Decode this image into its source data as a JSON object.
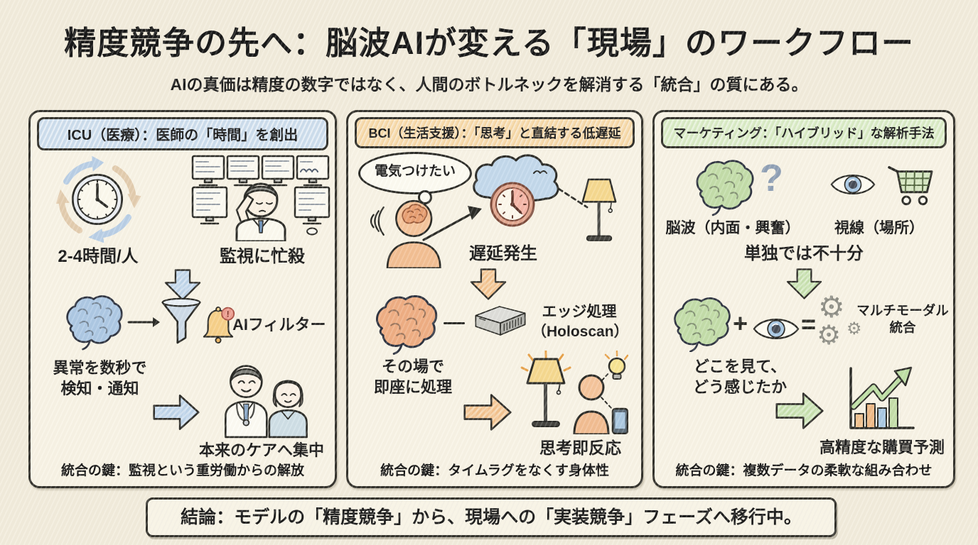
{
  "page": {
    "title": "精度競争の先へ：脳波AIが変える「現場」のワークフロー",
    "subtitle": "AIの真価は精度の数字ではなく、人間のボトルネックを解消する「統合」の質にある。",
    "conclusion": "結論：モデルの「精度競争」から、現場への「実装競争」フェーズへ移行中。"
  },
  "panels": {
    "icu": {
      "header": "ICU（医療）：医師の「時間」を創出",
      "labels": {
        "time_per_person": "2-4時間/人",
        "busy_monitoring": "監視に忙殺",
        "ai_filter": "AIフィルター",
        "detect_notify": "異常を数秒で\n検知・通知",
        "focus_care": "本来のケアへ集中"
      },
      "bell_badge": "!",
      "footer": "統合の鍵：監視という重労働からの解放"
    },
    "bci": {
      "header": "BCI（生活支援）：「思考」と直結する低遅延",
      "labels": {
        "thought": "電気つけたい",
        "delay": "遅延発生",
        "edge": "エッジ処理\n（Holoscan）",
        "onsite": "その場で\n即座に処理",
        "instant": "思考即反応"
      },
      "footer": "統合の鍵：タイムラグをなくす身体性"
    },
    "marketing": {
      "header": "マーケティング：「ハイブリッド」な解析手法",
      "labels": {
        "eeg": "脳波（内面・興奮）",
        "gaze": "視線（場所）",
        "alone": "単独では不十分",
        "question": "?",
        "plus": "+",
        "equals": "=",
        "multimodal": "マルチモーダル\n統合",
        "where": "どこを見て、\nどう感じたか",
        "predict": "高精度な購買予測"
      },
      "footer": "統合の鍵：複数データの柔軟な組み合わせ"
    }
  },
  "icons": {
    "gear-glyph": "⚙",
    "cycle-clock-icon": "clock-with-rotating-arrows",
    "monitor-wall-icon": "stressed-doctor-at-monitors",
    "brain-icon": "brain",
    "funnel-icon": "funnel",
    "alert-bell-icon": "bell-with-badge",
    "doctor-nurse-icon": "smiling-doctor-and-nurse",
    "thought-person-icon": "person-with-brain-and-waves",
    "cloud-clock-icon": "cloud-with-clock",
    "lamp-icon": "floor-lamp",
    "edge-device-icon": "edge-computer-box",
    "smart-room-icon": "lamp-person-bulb-phone",
    "eye-icon": "eye",
    "cart-icon": "shopping-cart",
    "growth-chart-icon": "bar-chart-rising-arrow"
  },
  "colors": {
    "background": "#f2ecdc",
    "panel_bg": "#f8f3e5",
    "ink": "#2a2a26",
    "icu_accent": "#cddeee",
    "bci_accent": "#f6d7a4",
    "marketing_accent": "#d8ebc4",
    "arrow_blue": "#bed4ea",
    "arrow_orange": "#f3c28e",
    "arrow_green": "#c6e0ad"
  }
}
